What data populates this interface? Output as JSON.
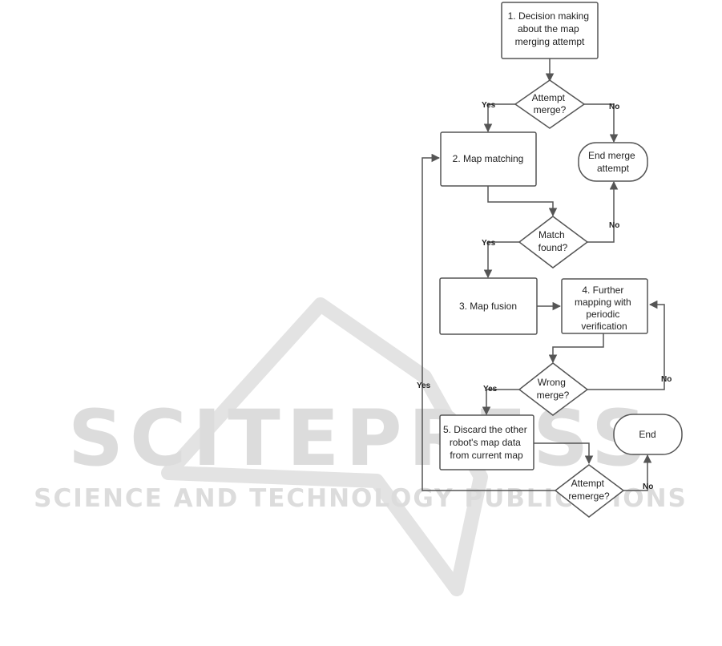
{
  "watermark": {
    "main": "SCITEPRESS",
    "sub": "SCIENCE AND TECHNOLOGY PUBLICATIONS",
    "color": "#d9d9d9"
  },
  "colors": {
    "stroke": "#555555",
    "fill": "#ffffff",
    "text": "#222222"
  },
  "nodes": {
    "n1": [
      "1. Decision making",
      "about the map",
      "merging attempt"
    ],
    "d1": [
      "Attempt",
      "merge?"
    ],
    "n2": [
      "2. Map matching"
    ],
    "end_merge": [
      "End merge",
      "attempt"
    ],
    "d2": [
      "Match",
      "found?"
    ],
    "n3": [
      "3. Map fusion"
    ],
    "n4": [
      "4. Further",
      "mapping with",
      "periodic",
      "verification"
    ],
    "d3": [
      "Wrong",
      "merge?"
    ],
    "n5": [
      "5. Discard the other",
      "robot's map data",
      "from current map"
    ],
    "end": [
      "End"
    ],
    "d4": [
      "Attempt",
      "remerge?"
    ]
  },
  "edge_labels": {
    "d1_yes": "Yes",
    "d1_no": "No",
    "d2_yes": "Yes",
    "d2_no": "No",
    "d3_yes": "Yes",
    "d3_no": "No",
    "d4_yes": "Yes",
    "d4_no": "No"
  }
}
